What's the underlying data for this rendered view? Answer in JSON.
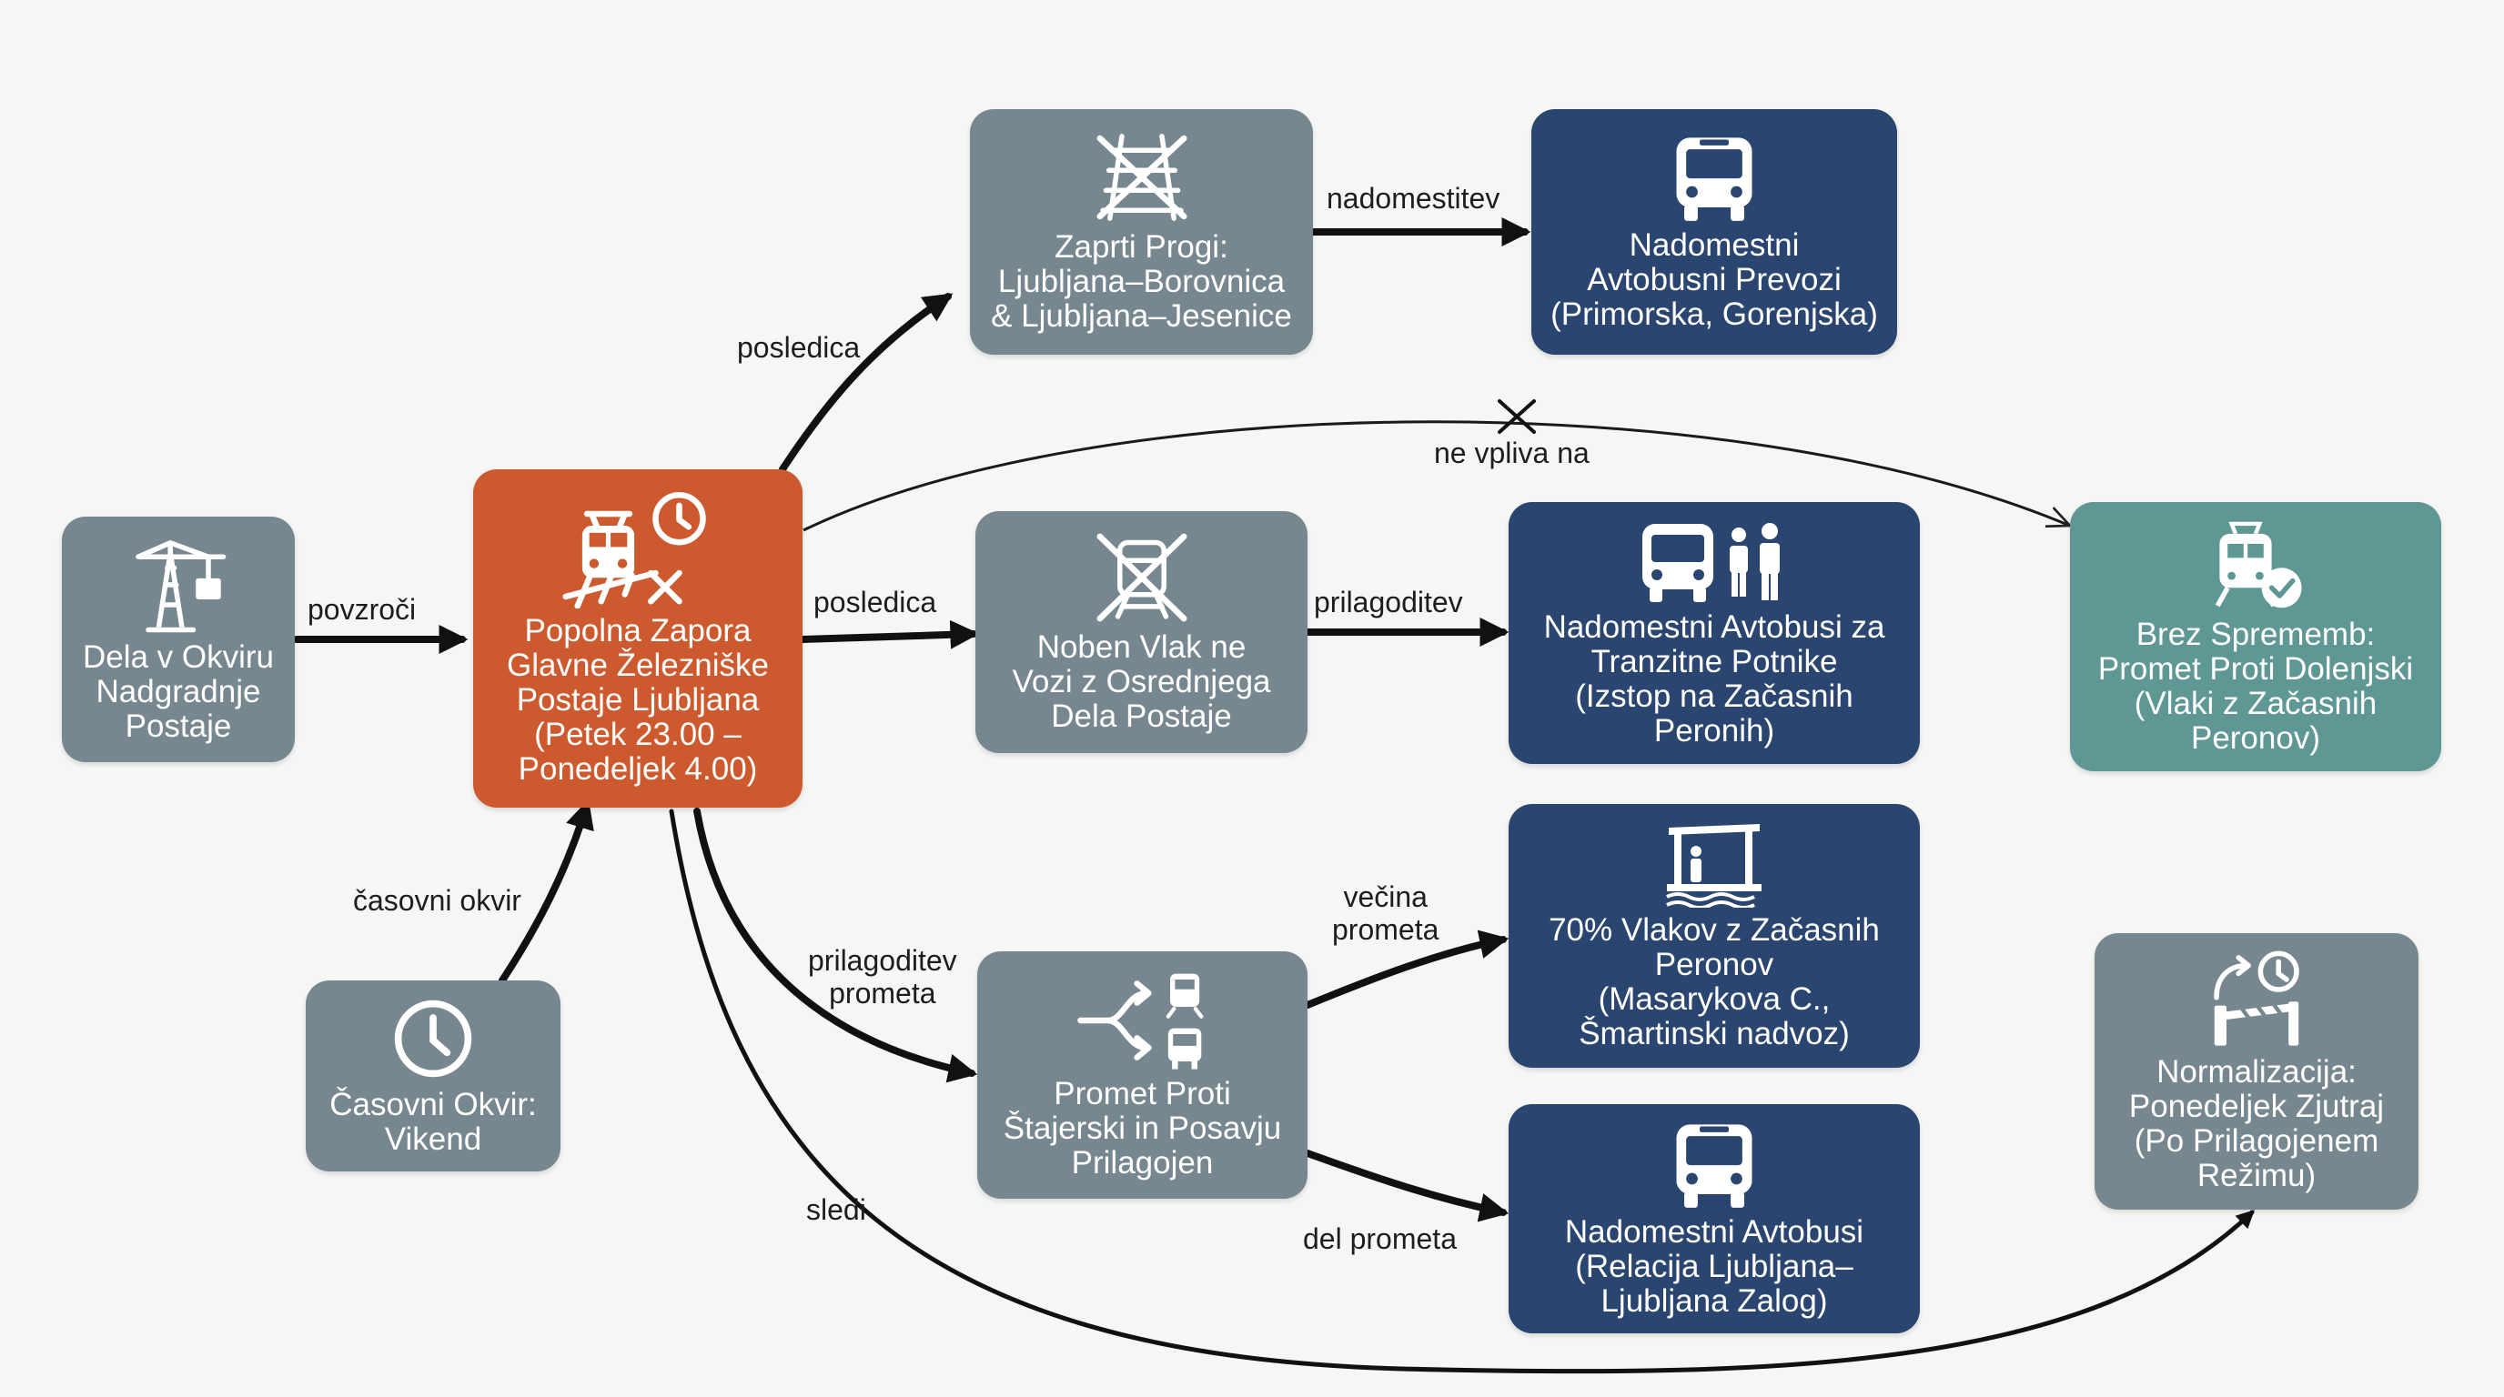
{
  "nodes": {
    "dela": {
      "label_lines": [
        "Dela v Okviru",
        "Nadgradnje",
        "Postaje"
      ],
      "icon": "crane-icon"
    },
    "zapora": {
      "label_lines": [
        "Popolna Zapora",
        "Glavne Železniške",
        "Postaje Ljubljana",
        "(Petek 23.00 –",
        "Ponedeljek 4.00)"
      ],
      "icon": "train-closed-clock-icon"
    },
    "vikend": {
      "label_lines": [
        "Časovni Okvir:",
        "Vikend"
      ],
      "icon": "clock-icon"
    },
    "zaprti": {
      "label_lines": [
        "Zaprti Progi:",
        "Ljubljana–Borovnica",
        "& Ljubljana–Jesenice"
      ],
      "icon": "closed-track-icon"
    },
    "bus_prim": {
      "label_lines": [
        "Nadomestni",
        "Avtobusni Prevozi",
        "(Primorska, Gorenjska)"
      ],
      "icon": "bus-icon"
    },
    "noben": {
      "label_lines": [
        "Noben Vlak ne",
        "Vozi z Osrednjega",
        "Dela Postaje"
      ],
      "icon": "no-train-icon"
    },
    "tranzit": {
      "label_lines": [
        "Nadomestni Avtobusi za",
        "Tranzitne Potnike",
        "(Izstop na Začasnih",
        "Peronih)"
      ],
      "icon": "bus-passengers-icon"
    },
    "brez": {
      "label_lines": [
        "Brez Sprememb:",
        "Promet Proti Dolenjski",
        "(Vlaki z Začasnih",
        "Peronov)"
      ],
      "icon": "train-check-icon"
    },
    "promet": {
      "label_lines": [
        "Promet Proti",
        "Štajerski in Posavju",
        "Prilagojen"
      ],
      "icon": "split-train-bus-icon"
    },
    "peroni": {
      "label_lines": [
        "70% Vlakov z Začasnih",
        "Peronov",
        "(Masarykova C.,",
        "Šmartinski nadvoz)"
      ],
      "icon": "platform-icon"
    },
    "bus_zalog": {
      "label_lines": [
        "Nadomestni Avtobusi",
        "(Relacija Ljubljana–",
        "Ljubljana Zalog)"
      ],
      "icon": "bus-icon"
    },
    "normal": {
      "label_lines": [
        "Normalizacija:",
        "Ponedeljek Zjutraj",
        "(Po Prilagojenem",
        "Režimu)"
      ],
      "icon": "barrier-clock-icon"
    }
  },
  "edges": {
    "povzroci": [
      "povzroči"
    ],
    "casovni": [
      "časovni okvir"
    ],
    "posledica_top": [
      "posledica"
    ],
    "nadomestitev": [
      "nadomestitev"
    ],
    "posledica_mid": [
      "posledica"
    ],
    "prilagoditev": [
      "prilagoditev"
    ],
    "ne_vpliva": [
      "ne vpliva na"
    ],
    "prilagoditev_prometa": [
      "prilagoditev",
      "prometa"
    ],
    "vecina": [
      "večina",
      "prometa"
    ],
    "del": [
      "del prometa"
    ],
    "sledi": [
      "sledi"
    ]
  },
  "colors": {
    "gray": "#77878f",
    "navy": "#2a456f",
    "orange": "#cc5a2e",
    "teal": "#5e9793",
    "edge": "#111111",
    "background": "#f6f7f5"
  }
}
